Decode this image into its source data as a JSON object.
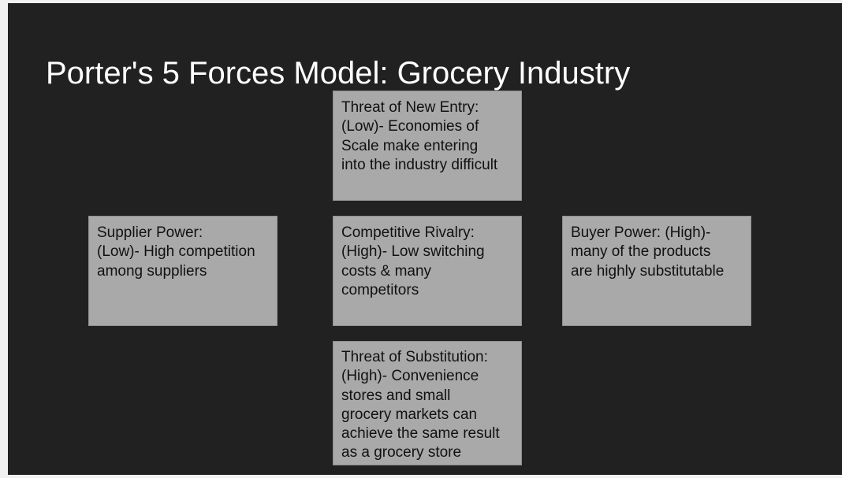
{
  "slide": {
    "title": "Porter's 5 Forces Model: Grocery Industry",
    "background_color": "#212121",
    "box_color": "#a9a9a9"
  },
  "forces": {
    "new_entry": "Threat of New Entry:\n(Low)- Economies of\nScale make entering\ninto the industry difficult",
    "supplier_power": "Supplier Power:\n(Low)- High competition\namong suppliers",
    "competitive_rivalry": "Competitive Rivalry:\n (High)- Low switching\ncosts & many\ncompetitors",
    "buyer_power": "Buyer Power: (High)-\nmany of the products\nare highly substitutable",
    "substitution": "Threat of Substitution:\n(High)- Convenience\nstores and small\ngrocery markets can\nachieve the same result\nas a grocery store"
  }
}
